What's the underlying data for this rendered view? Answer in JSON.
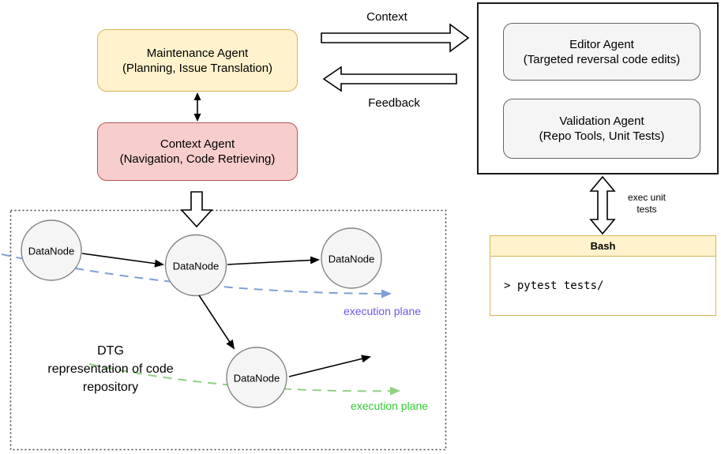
{
  "left_column": {
    "maintenance_agent": {
      "title": "Maintenance Agent",
      "subtitle": "(Planning, Issue Translation)"
    },
    "context_agent": {
      "title": "Context Agent",
      "subtitle": "(Navigation, Code Retrieving)"
    }
  },
  "flow_labels": {
    "context": "Context",
    "feedback": "Feedback",
    "exec_unit_tests": "exec unit\ntests"
  },
  "right_panel": {
    "editor_agent": {
      "title": "Editor Agent",
      "subtitle": "(Targeted reversal code edits)"
    },
    "validation_agent": {
      "title": "Validation Agent",
      "subtitle": "(Repo Tools, Unit Tests)"
    }
  },
  "bash": {
    "title": "Bash",
    "command": "> pytest tests/"
  },
  "dtg": {
    "caption_lines": [
      "DTG",
      "representation of code",
      "repository"
    ],
    "nodes": [
      {
        "label": "DataNode"
      },
      {
        "label": "DataNode"
      },
      {
        "label": "DataNode"
      },
      {
        "label": "DataNode"
      }
    ],
    "execution_plane_blue": "execution plane",
    "execution_plane_green": "execution plane"
  },
  "colors": {
    "yellow_fill": "#FFF2CC",
    "yellow_border": "#D6B656",
    "red_fill": "#F8CECC",
    "red_border": "#B85450",
    "gray_fill": "#F5F5F5",
    "gray_border": "#666666",
    "blue_dash": "#7E9FD8",
    "blue_text": "#6B5BE6",
    "green_dash": "#8FD182",
    "green_text": "#33CC33"
  }
}
